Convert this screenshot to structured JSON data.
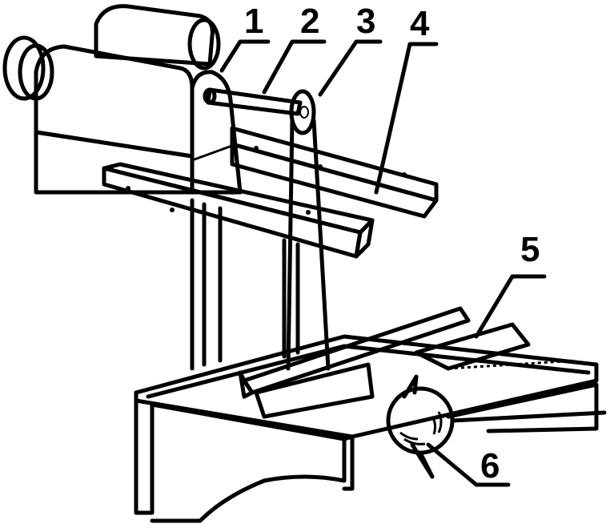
{
  "diagram": {
    "type": "technical-line-drawing",
    "colors": {
      "ink": "#000000",
      "shade_light": "#9a9a9a",
      "shade_mid": "#7a7a7a",
      "shade_dark": "#5c5c5c",
      "paper": "#ffffff"
    },
    "callouts": [
      {
        "id": "1",
        "label": "1"
      },
      {
        "id": "2",
        "label": "2"
      },
      {
        "id": "3",
        "label": "3"
      },
      {
        "id": "4",
        "label": "4"
      },
      {
        "id": "5",
        "label": "5"
      },
      {
        "id": "6",
        "label": "6"
      }
    ]
  }
}
